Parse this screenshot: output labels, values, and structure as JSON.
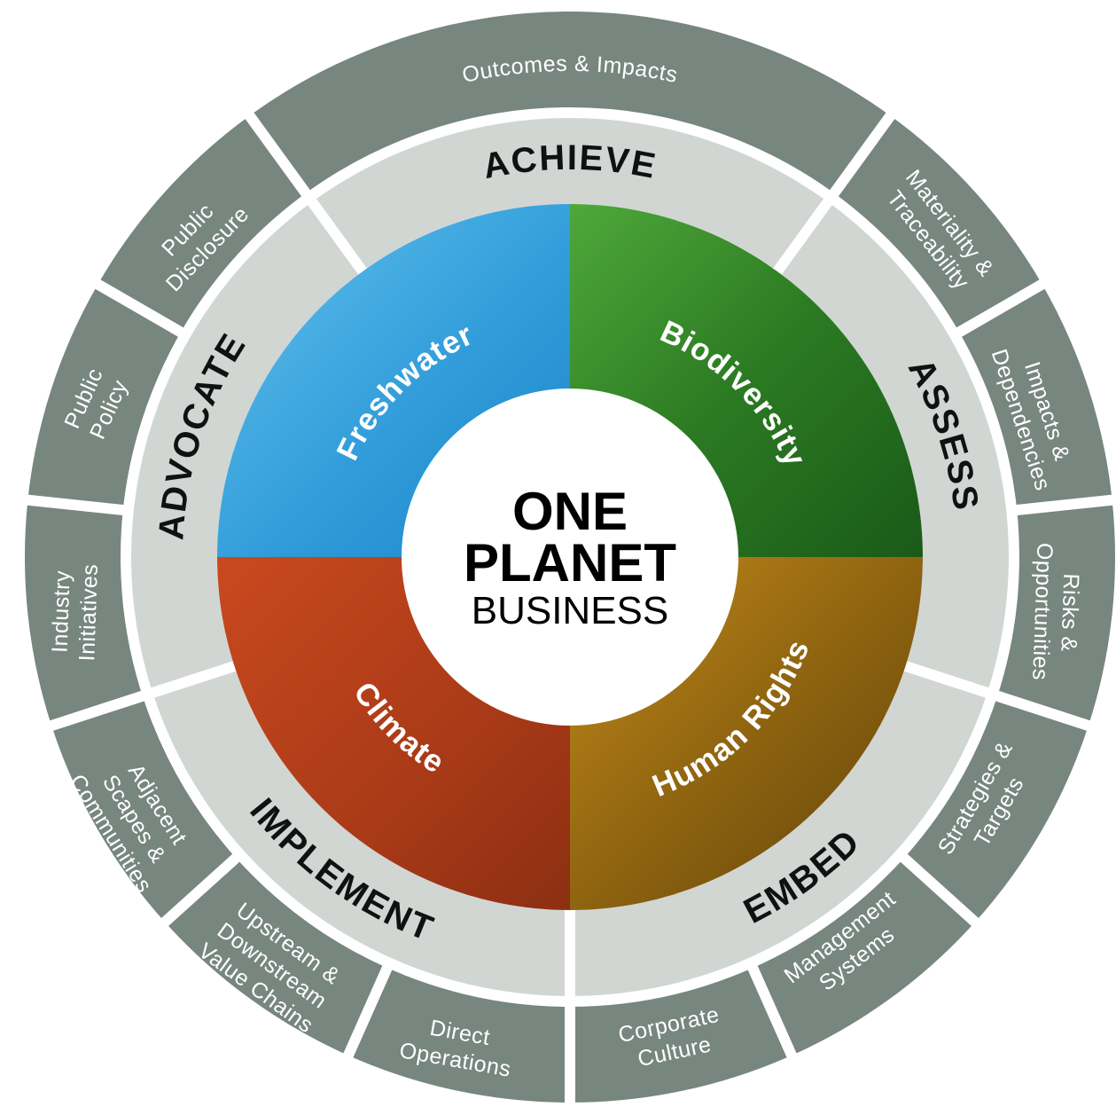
{
  "colors": {
    "outer_ring": "#77867f",
    "phase_ring": "#d1d6d3",
    "freshwater": "#3ea6df",
    "biodiversity": "#2d7a25",
    "climate": "#b5401c",
    "human_rights": "#a57512",
    "center": "#ffffff"
  },
  "center": {
    "line1": "ONE",
    "line2": "PLANET",
    "line3": "BUSINESS"
  },
  "themes": {
    "freshwater": "Freshwater",
    "biodiversity": "Biodiversity",
    "climate": "Climate",
    "human_rights": "Human Rights"
  },
  "phases": {
    "achieve": "ACHIEVE",
    "assess": "ASSESS",
    "embed": "EMBED",
    "implement": "IMPLEMENT",
    "advocate": "ADVOCATE"
  },
  "outer": {
    "outcomes": [
      "Outcomes & Impacts"
    ],
    "materiality": [
      "Materiality &",
      "Traceability"
    ],
    "impacts": [
      "Impacts &",
      "Dependencies"
    ],
    "risks": [
      "Risks &",
      "Opportunities"
    ],
    "strategies": [
      "Strategies &",
      "Targets"
    ],
    "management": [
      "Management",
      "Systems"
    ],
    "culture": [
      "Corporate",
      "Culture"
    ],
    "direct": [
      "Direct",
      "Operations"
    ],
    "upstream": [
      "Upstream &",
      "Downstream",
      "Value Chains"
    ],
    "adjacent": [
      "Adjacent",
      "Scapes &",
      "Communities"
    ],
    "industry": [
      "Industry",
      "Initiatives"
    ],
    "policy": [
      "Public",
      "Policy"
    ],
    "disclosure": [
      "Public",
      "Disclosure"
    ]
  }
}
